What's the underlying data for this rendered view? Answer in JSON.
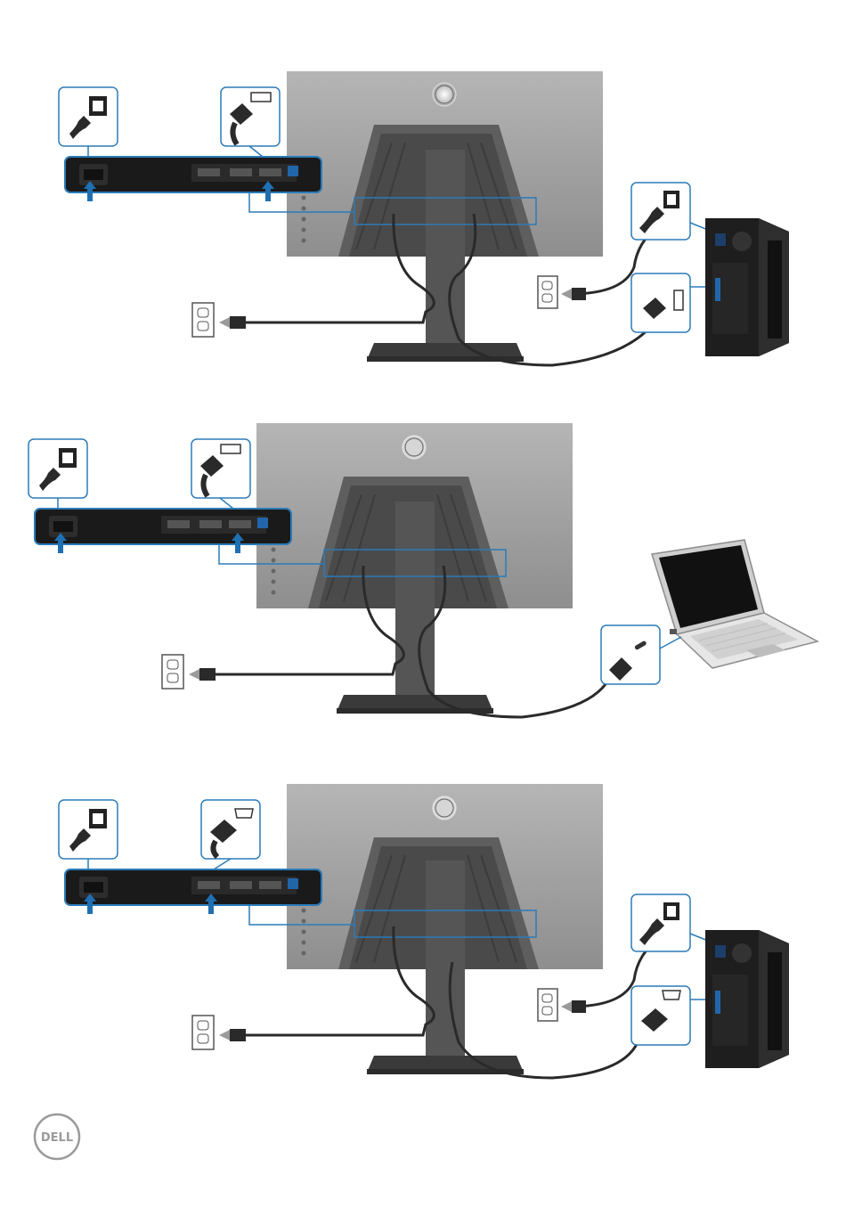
{
  "brand": {
    "monitor_logo": "DELL",
    "footer_logo": "DELL"
  },
  "panels": [
    {
      "id": "monitor-to-desktop-dp",
      "device": "desktop-tower",
      "cable": "displayport"
    },
    {
      "id": "monitor-to-laptop-dp",
      "device": "laptop",
      "cable": "displayport"
    },
    {
      "id": "monitor-to-desktop-hdmi",
      "device": "desktop-tower",
      "cable": "hdmi"
    }
  ],
  "colors": {
    "callout_blue": "#2b7bb9",
    "arrow_blue": "#1f6fb2",
    "monitor_grey": "#8c8c8c",
    "cable_dark": "#2a2a2a",
    "pc_dark": "#1e1e1e",
    "logo_ring": "#9a9a9a"
  },
  "icons": [
    "power-plug-icon",
    "displayport-plug-icon",
    "hdmi-plug-icon",
    "usb-c-plug-icon",
    "wall-outlet-icon",
    "dell-logo-icon"
  ]
}
